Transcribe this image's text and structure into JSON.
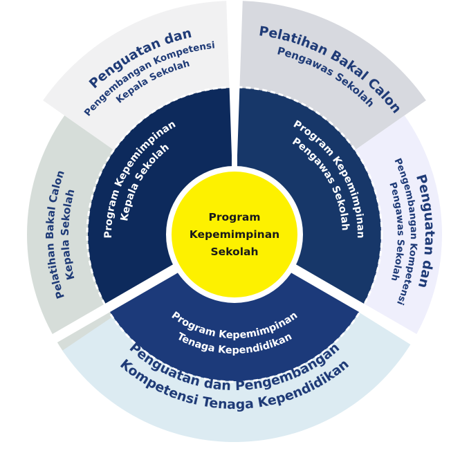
{
  "center": {
    "lines": [
      "Program",
      "Kepemimpinan",
      "Sekolah"
    ],
    "color": "#fdf100",
    "text_color": "#1a1a1a"
  },
  "inner": [
    {
      "id": "kepala",
      "lines": [
        "Program Kepemimpinan",
        "Kepala Sekolah"
      ],
      "color": "#0d2a5c"
    },
    {
      "id": "pengawas",
      "lines": [
        "Program Kepemimpinan",
        "Pengawas Sekolah"
      ],
      "color": "#173769"
    },
    {
      "id": "tendik",
      "lines": [
        "Program Kepemimpinan",
        "Tenaga Kependidikan"
      ],
      "color": "#1c3a7a"
    }
  ],
  "outer": [
    {
      "id": "pelatihan-kepala",
      "lines": [
        "Pelatihan Bakal Calon",
        "Kepala Sekolah"
      ],
      "color": "#d6ddd9"
    },
    {
      "id": "penguatan-kepala",
      "lines": [
        "Penguatan dan",
        "Pengembangan Kompetensi",
        "Kepala Sekolah"
      ],
      "color": "#f1f1f2"
    },
    {
      "id": "pelatihan-pengawas",
      "lines": [
        "Pelatihan Bakal Calon",
        "Pengawas Sekolah"
      ],
      "color": "#d7d9df"
    },
    {
      "id": "penguatan-pengawas",
      "lines": [
        "Penguatan dan",
        "Pengembangan Kompetensi",
        "Pengawas Sekolah"
      ],
      "color": "#efeffc"
    },
    {
      "id": "penguatan-tendik",
      "lines": [
        "Penguatan dan Pengembangan",
        "Kompetensi Tenaga Kependidikan"
      ],
      "color": "#dcebf2"
    }
  ],
  "colors": {
    "outer_text": "#1f3b77",
    "inner_text": "#ffffff",
    "divider": "#ffffff",
    "dash": "#ffffff"
  }
}
